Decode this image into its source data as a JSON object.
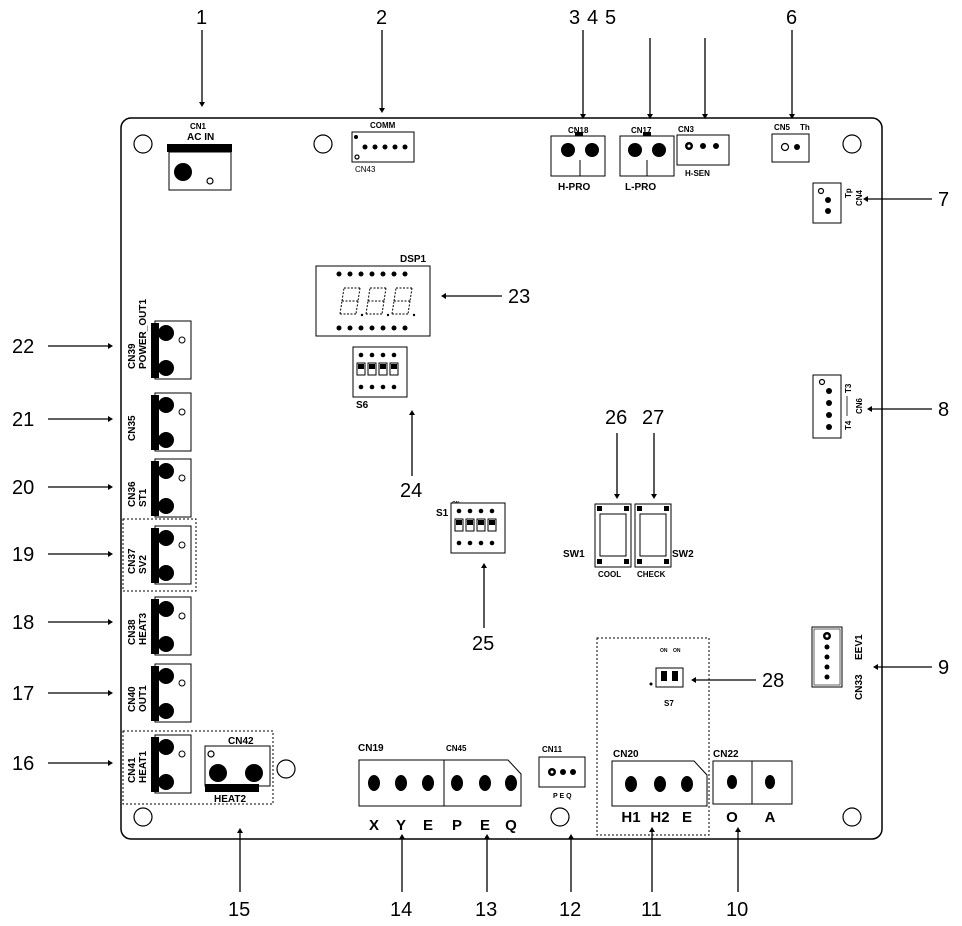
{
  "callouts": [
    "1",
    "2",
    "3",
    "4",
    "5",
    "6",
    "7",
    "8",
    "9",
    "10",
    "11",
    "12",
    "13",
    "14",
    "15",
    "16",
    "17",
    "18",
    "19",
    "20",
    "21",
    "22",
    "23",
    "24",
    "25",
    "26",
    "27",
    "28"
  ],
  "connectors": {
    "cn1": "CN1",
    "ac_in": "AC IN",
    "comm": "COMM",
    "cn43": "CN43",
    "cn18": "CN18",
    "h_pro": "H-PRO",
    "cn17": "CN17",
    "l_pro": "L-PRO",
    "cn3": "CN3",
    "h_sen": "H-SEN",
    "cn5": "CN5",
    "th": "Th",
    "cn4": "CN4",
    "tp": "Tp",
    "cn6": "CN6",
    "t3": "T3",
    "t4": "T4",
    "cn33": "CN33",
    "eev1": "EEV1",
    "cn39": "CN39",
    "power_out1": "POWER_OUT1",
    "cn35": "CN35",
    "cn36": "CN36",
    "st1": "ST1",
    "cn37": "CN37",
    "sv2": "SV2",
    "cn38": "CN38",
    "heat3": "HEAT3",
    "cn40": "CN40",
    "out1": "OUT1",
    "cn41": "CN41",
    "heat1": "HEAT1",
    "cn42": "CN42",
    "heat2": "HEAT2",
    "cn19": "CN19",
    "cn45": "CN45",
    "cn11": "CN11",
    "peq": "P E Q",
    "cn20": "CN20",
    "cn22": "CN22",
    "dsp1": "DSP1",
    "s6": "S6",
    "s1": "S1",
    "s7": "S7",
    "on": "ON",
    "sw1": "SW1",
    "cool": "COOL",
    "sw2": "SW2",
    "check": "CHECK"
  },
  "terminals": {
    "cn19_45": [
      "X",
      "Y",
      "E",
      "P",
      "E",
      "Q"
    ],
    "cn20": [
      "H1",
      "H2",
      "E"
    ],
    "cn22": [
      "O",
      "A"
    ]
  }
}
